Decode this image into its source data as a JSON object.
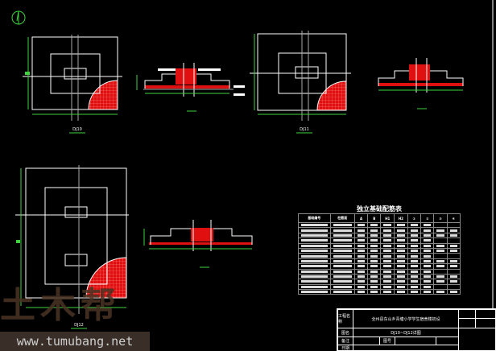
{
  "drawing": {
    "plans": [
      {
        "label": "DJ10"
      },
      {
        "label": "DJ11"
      },
      {
        "label": "DJ12"
      }
    ],
    "table_title": "独立基础配筋表",
    "table_headers": [
      "基础编号",
      "柱截面",
      "A",
      "B",
      "H1",
      "H2",
      "①",
      "②",
      "③",
      "④"
    ],
    "table_row_count": 14
  },
  "title_block": {
    "project_label": "工程名称",
    "project_name": "全州县东山乡青塘小学学生宿舍楼初设",
    "drawing_label": "图名",
    "drawing_name": "DJ10~DJ12详图",
    "sheet_label": "备注",
    "number_label": "图号",
    "date_label": "日期"
  },
  "watermark": {
    "logo": "土木帮",
    "url": "www.tumubang.net"
  },
  "colors": {
    "background": "#000000",
    "lines": "#ffffff",
    "dimension": "#3fd23f",
    "rebar": "#e01010"
  }
}
